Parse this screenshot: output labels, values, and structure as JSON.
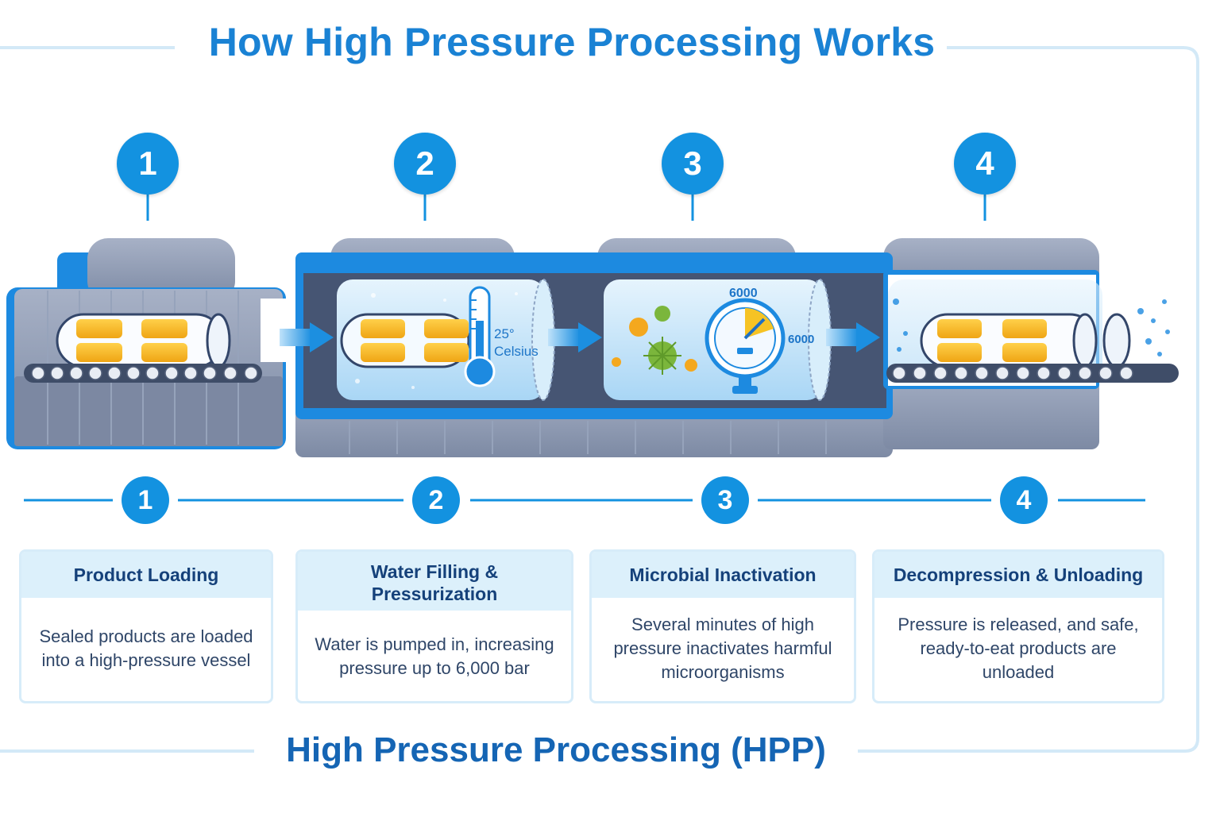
{
  "title": "How High Pressure Processing Works",
  "footer_title": "High Pressure Processing (HPP)",
  "machine": {
    "thermometer_value": "25°",
    "thermometer_unit": "Celsius",
    "gauge_value": "6000",
    "gauge_side_label": "6000"
  },
  "steps": [
    {
      "number": "1",
      "title": "Product Loading",
      "description": "Sealed products are loaded into a high-pressure vessel"
    },
    {
      "number": "2",
      "title": "Water Filling & Pressurization",
      "description": "Water is pumped in, increasing pressure up to 6,000 bar"
    },
    {
      "number": "3",
      "title": "Microbial Inactivation",
      "description": "Several minutes of high pressure inactivates harmful microorganisms"
    },
    {
      "number": "4",
      "title": "Decompression & Unloading",
      "description": "Pressure is released, and safe, ready-to-eat products are unloaded"
    }
  ],
  "colors": {
    "accent": "#1392e0",
    "title": "#1a82d4",
    "machine_gray": "#8a97b0",
    "product_yellow": "#f5b820",
    "card_header": "#dcf0fb"
  }
}
